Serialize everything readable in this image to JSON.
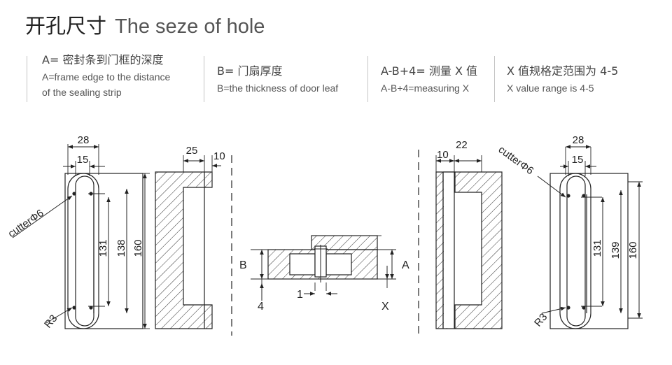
{
  "header": {
    "title_cn": "开孔尺寸",
    "title_en": "The seze of hole"
  },
  "legend": [
    {
      "cn": "A= 密封条到门框的深度",
      "en_line1": "A=frame edge to the distance",
      "en_line2": "of the sealing strip"
    },
    {
      "cn": "B= 门扇厚度",
      "en_line1": "B=the thickness of door leaf"
    },
    {
      "cn": "A-B+4= 测量 X 值",
      "en_line1": "A-B+4=measuring X"
    },
    {
      "cn": "X 值规格定范围为 4-5",
      "en_line1": "X value range is 4-5"
    }
  ],
  "diagram": {
    "left_mortise": {
      "width_outer": "28",
      "width_inner": "15",
      "cutter": "cutterΦ6",
      "radius": "R3",
      "len_a": "131",
      "len_b": "138",
      "len_c": "160"
    },
    "left_section": {
      "depth": "25",
      "offset": "10"
    },
    "center": {
      "label_b": "B",
      "label_a": "A",
      "label_4": "4",
      "label_1": "1",
      "label_x": "X"
    },
    "right_section": {
      "offset": "10",
      "depth": "22"
    },
    "right_mortise": {
      "width_outer": "28",
      "width_inner": "15",
      "cutter": "cutterΦ6",
      "radius": "R3",
      "len_a": "131",
      "len_b": "139",
      "len_c": "160"
    }
  }
}
